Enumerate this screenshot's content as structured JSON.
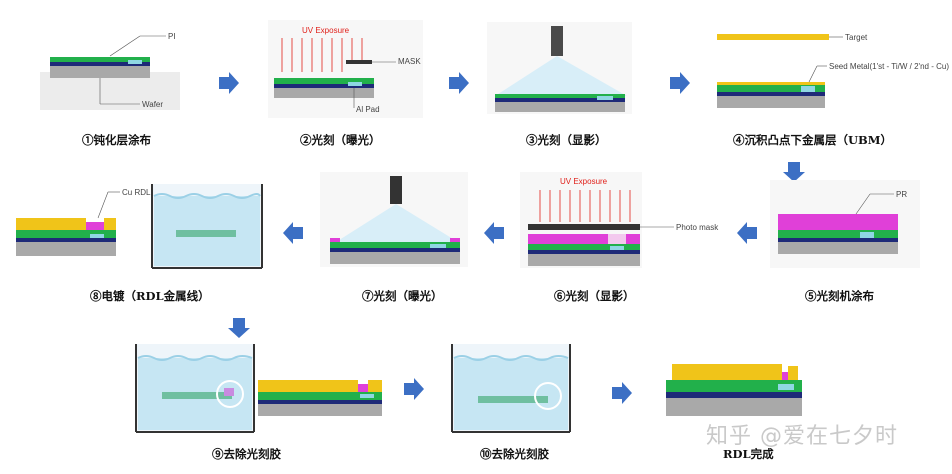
{
  "steps": [
    {
      "caption": "①钝化层涂布"
    },
    {
      "caption": "②光刻（曝光）"
    },
    {
      "caption": "③光刻（显影）"
    },
    {
      "caption": "④沉积凸点下金属层（UBM）"
    },
    {
      "caption": "⑤光刻机涂布"
    },
    {
      "caption": "⑥光刻（显影）"
    },
    {
      "caption": "⑦光刻（曝光）"
    },
    {
      "caption": "⑧电镀（RDL金属线）"
    },
    {
      "caption": "⑨去除光刻胶"
    },
    {
      "caption": "⑩去除光刻胶"
    },
    {
      "caption": "RDL完成"
    }
  ],
  "annotations": {
    "pi": "PI",
    "wafer": "Wafer",
    "uv_exposure": "UV Exposure",
    "mask": "MASK",
    "al_pad": "Al Pad",
    "target": "Target",
    "seed_metal": "Seed Metal(1'st - Ti/W / 2'nd - Cu)",
    "pr": "PR",
    "photo_mask": "Photo mask",
    "cu_rdl": "Cu RDL"
  },
  "watermark": "知乎 @爱在七夕时",
  "colors": {
    "green": "#22b04b",
    "navy": "#1e2a78",
    "gray": "#a9a9a9",
    "cyan": "#8fd7e3",
    "magenta": "#e040d8",
    "gold": "#f0c419",
    "arrow": "#3c6fc4",
    "beam": "#d8eef8",
    "red": "#e0201a"
  }
}
